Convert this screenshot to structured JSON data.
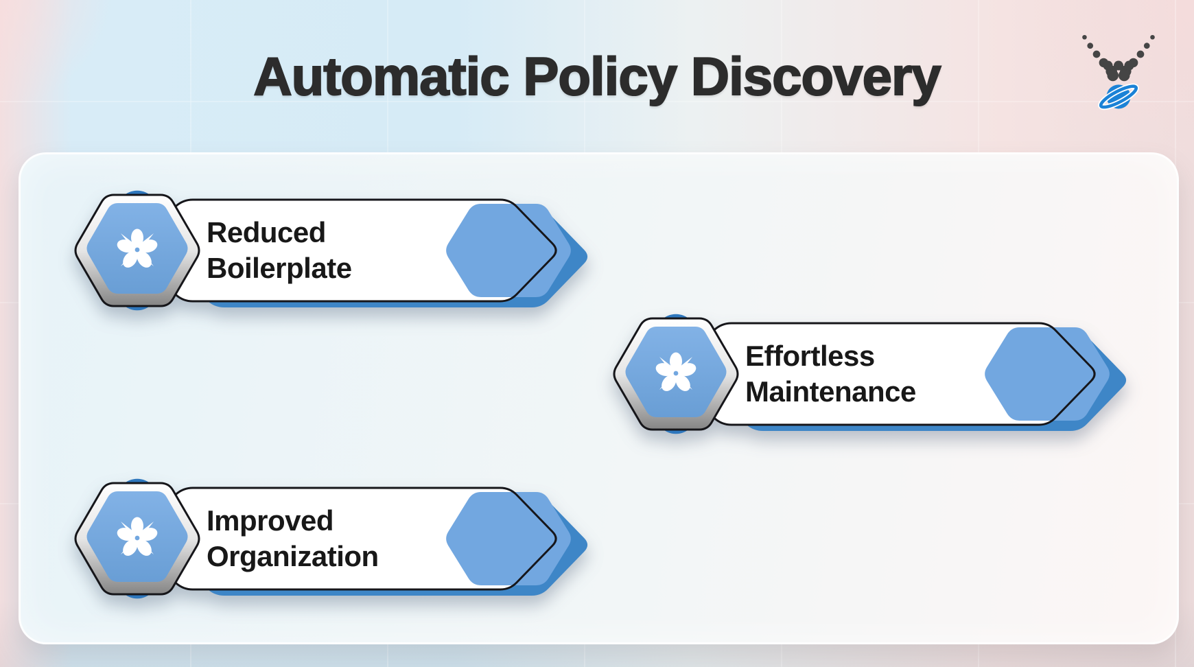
{
  "title": "Automatic Policy Discovery",
  "cards": [
    {
      "title": "Reduced Boilerplate"
    },
    {
      "title": "Effortless Maintenance"
    },
    {
      "title": "Improved Organization"
    }
  ],
  "logo_icon": "v-of-dots-with-planet",
  "badge_icon": "flower-icon",
  "colors": {
    "deep_blue": "#2e77bd",
    "mid_blue": "#3e86c7",
    "light_blue": "#72a7e0",
    "badge_fill_top": "#82b2e6",
    "badge_fill_bottom": "#699ed5",
    "ink": "#16161a",
    "logo_blue": "#1b82d6",
    "logo_dot": "#454545",
    "title_color": "#2c2c2c"
  }
}
